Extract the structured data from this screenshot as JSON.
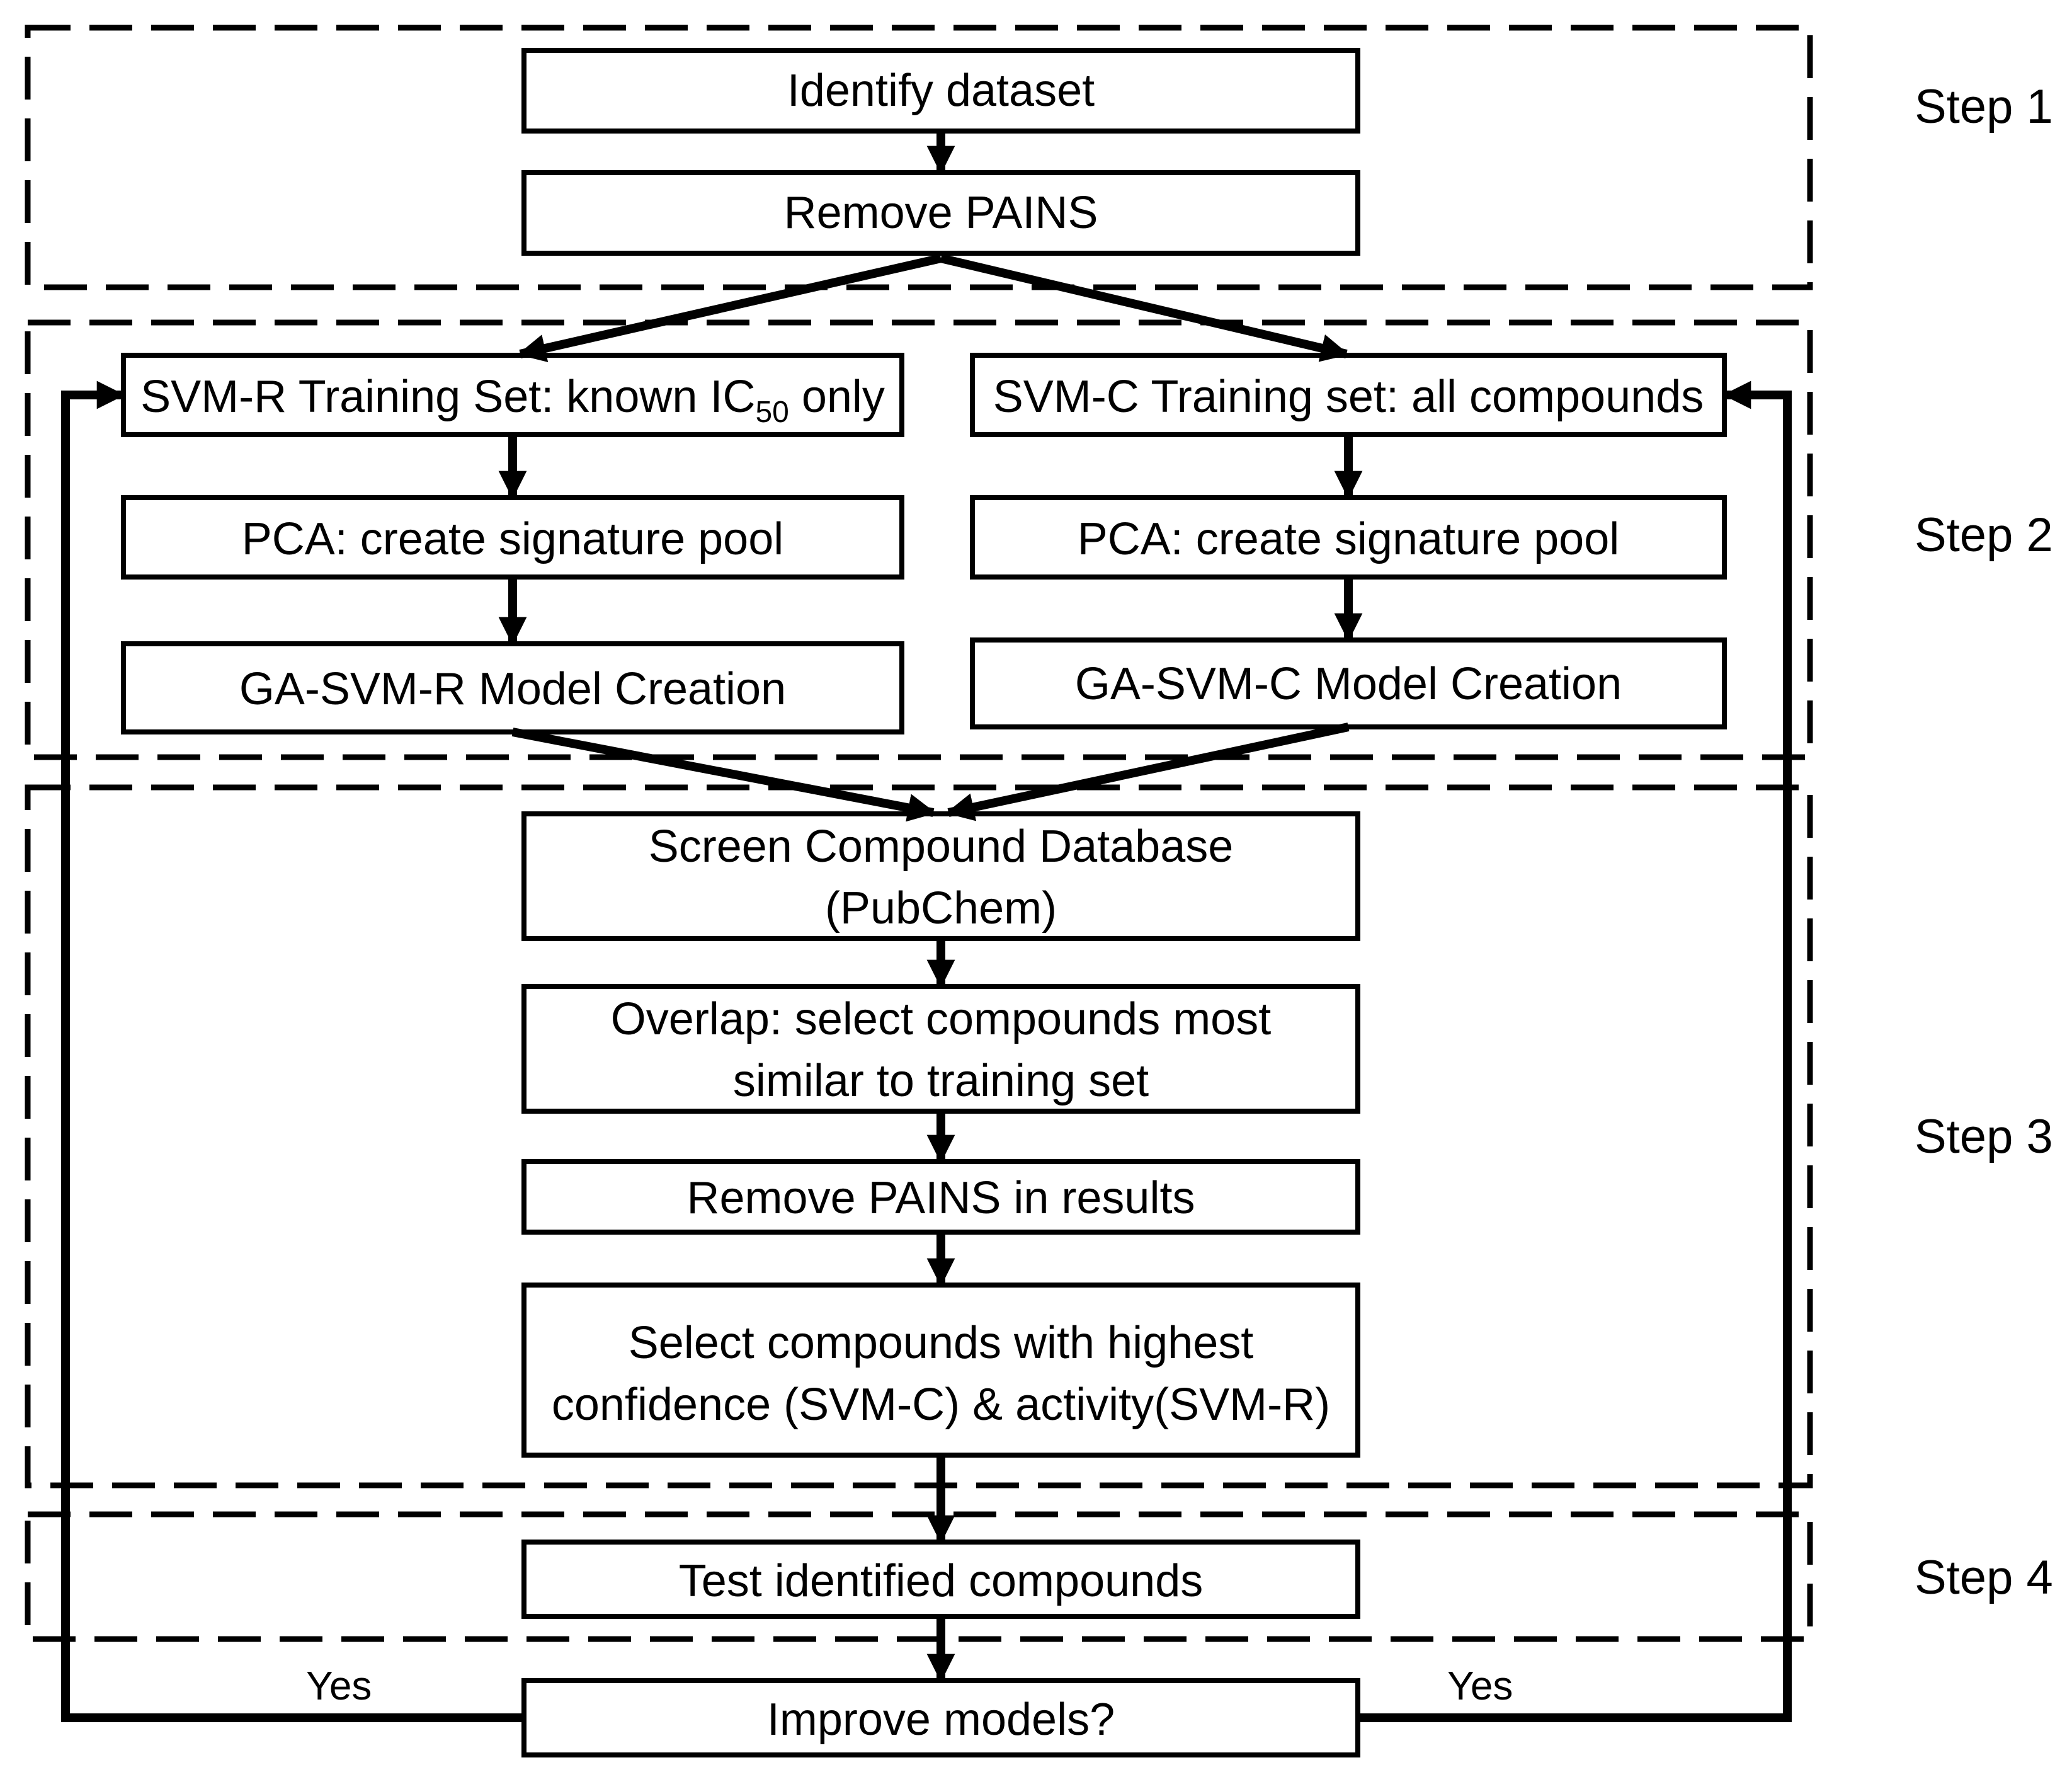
{
  "steps": {
    "step1": "Step 1",
    "step2": "Step 2",
    "step3": "Step 3",
    "step4": "Step 4"
  },
  "boxes": {
    "identify_dataset": "Identify dataset",
    "remove_pains": "Remove PAINS",
    "svm_r_training": {
      "prefix": "SVM-R Training Set: known IC",
      "subscript": "50",
      "suffix": " only"
    },
    "svm_c_training": "SVM-C Training set: all compounds",
    "pca_left": "PCA: create signature pool",
    "pca_right": "PCA: create signature pool",
    "ga_svm_r": "GA-SVM-R Model Creation",
    "ga_svm_c": "GA-SVM-C Model Creation",
    "screen_db": {
      "line1": "Screen Compound Database",
      "line2": "(PubChem)"
    },
    "overlap": {
      "line1": "Overlap: select compounds most",
      "line2": "similar to training set"
    },
    "remove_pains_results": "Remove PAINS in results",
    "select_compounds": {
      "line1": "Select compounds with highest",
      "line2": "confidence (SVM-C) & activity(SVM-R)"
    },
    "test_compounds": "Test identified compounds",
    "improve_models": "Improve models?"
  },
  "labels": {
    "yes_left": "Yes",
    "yes_right": "Yes"
  },
  "colors": {
    "stroke": "#000000",
    "background": "#ffffff"
  }
}
